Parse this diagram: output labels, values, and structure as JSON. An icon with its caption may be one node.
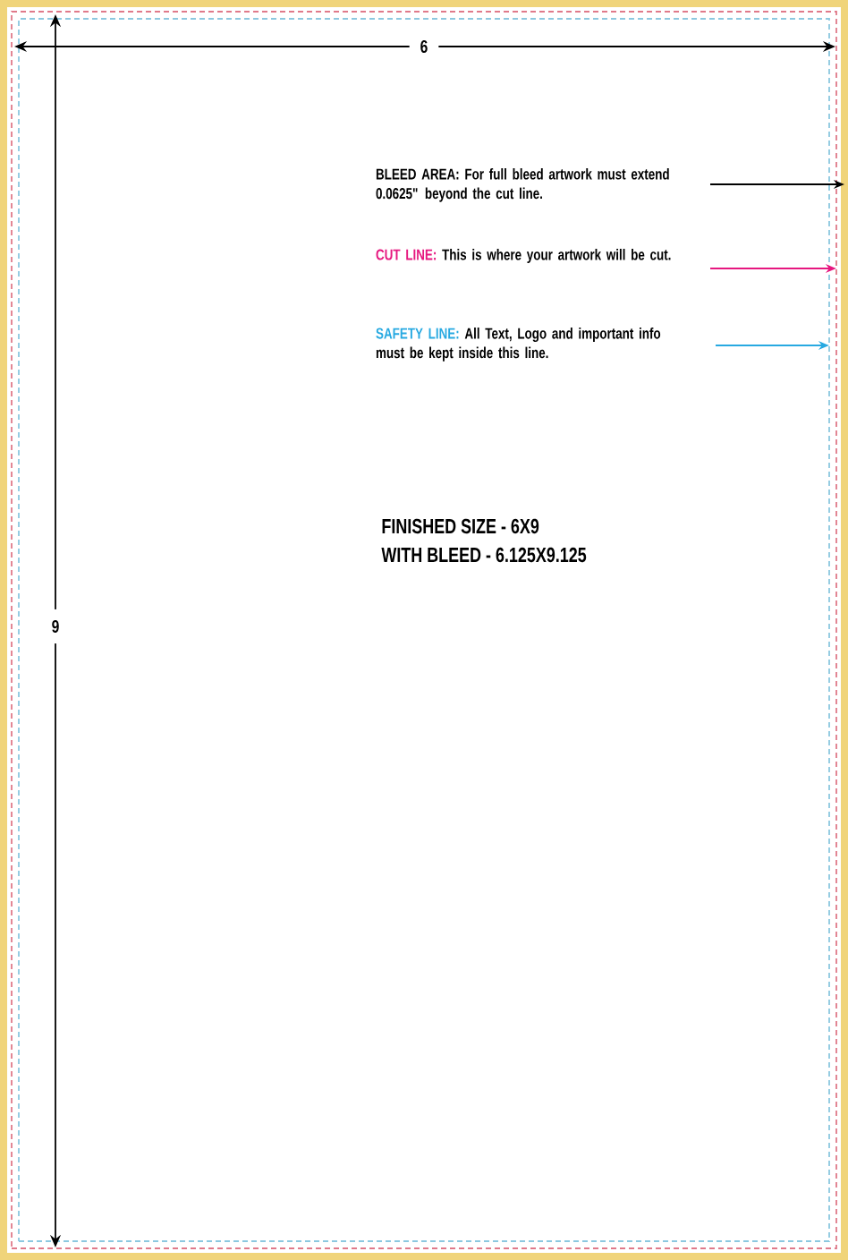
{
  "diagram": {
    "nodes": [
      {
        "text": [],
        "shape": "box"
      },
      {
        "text": [],
        "shape": "box",
        "in": 0
      },
      {
        "text": [],
        "shape": "box",
        "in": 1
      },
      {
        "text": [
          "BLEED AREA: For full bleed artwork must extend 0.0625\" beyond the cut line."
        ],
        "in": 2
      },
      {
        "text": [
          "CUT LINE:",
          "This is where your artwork will be cut."
        ],
        "in": 2
      },
      {
        "text": [
          "SAFETY LINE:",
          "All Text, Logo and important info must be kept inside this line."
        ],
        "in": 2
      }
    ],
    "edges": [
      {
        "from": 3,
        "to": 0,
        "arrow": "to"
      },
      {
        "from": 4,
        "to": 1,
        "arrow": "to",
        "color": "#e6177f"
      },
      {
        "from": 5,
        "to": 2,
        "arrow": "to",
        "color": "#27a9e1"
      }
    ],
    "labels": [
      "6",
      "9",
      "FINISHED SIZE - 6X9",
      "WITH BLEED - 6.125X9.125"
    ]
  }
}
